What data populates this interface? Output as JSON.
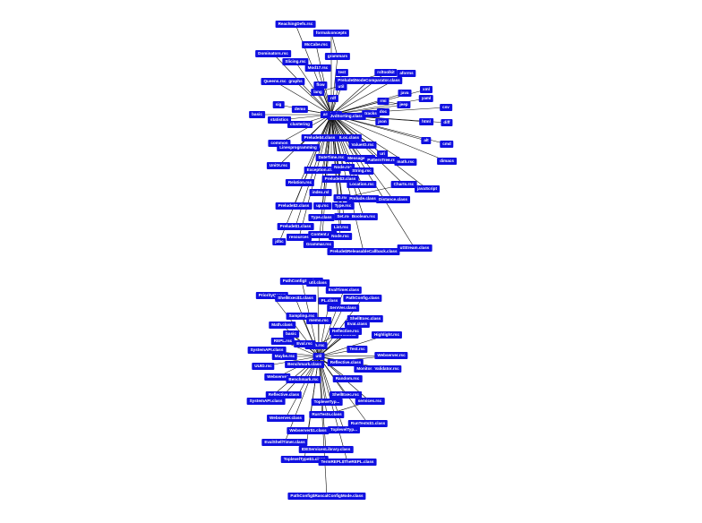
{
  "accent_color": "#1010e0",
  "edge_color": "#111111",
  "node_text_color": "#ffffff",
  "clusters": [
    {
      "hub": "analysis",
      "nodes": [
        "analysis",
        "ReachingDefs.rsc",
        "formalconcepts",
        "McCabe.rsc",
        "grammars",
        "Dominators.rsc",
        "Slicing.rsc",
        "Mod17.rsc",
        "graphs",
        "Queens.rsc",
        "flow",
        "lang",
        "Prelude$NodeComparator.class",
        "rsltoolkit",
        "aforms",
        "test",
        "rdf",
        "demo",
        "util",
        "sig",
        "basic",
        "statistics",
        "clustering",
        "JvdSorting.class",
        "tracks",
        "java",
        "jeep",
        "rmi",
        "doc",
        "json",
        "xml",
        "yaml",
        "csv",
        "html",
        "diff",
        "cmd",
        "dimacs",
        "alt",
        "Prelude$4.class",
        "ILoc.class",
        "ValueIO.rsc",
        "common",
        "Linesprogramming",
        "DateTime.rsc",
        "UnitX.rsc",
        "Message.rsc",
        "PatternTree.rsc",
        "uri",
        "math.rsc",
        "javaScript",
        "Relation.rsc",
        "Exception.class",
        "Node.rsc",
        "String.rsc",
        "Prelude$3.class",
        "Location.rsc",
        "Charts.rsc",
        "IO.rsc",
        "index.rsl",
        "Prelude.class",
        "Distance.class",
        "Prelude$2.class",
        "up.rsc",
        "Type.rsc",
        "Set.rsc",
        "Boolean.rsc",
        "Type.class",
        "Prelude$1.class",
        "List.rsc",
        "resources",
        "Content.rsc",
        "Node.rsc",
        "Grammar.rsc",
        "jdbc",
        "utStream.class",
        "Prelude$ReleasableCallback.class"
      ]
    },
    {
      "hub": "util",
      "nodes": [
        "util",
        "PathConfig$1.class",
        "util.class",
        "EvalTimer.class",
        "PriorityQueue",
        "ShellExec$1.class",
        "PL.class",
        "PathConfig.class",
        "Sampling.rsc",
        "ServVer.class",
        "Math.class",
        "memo.rsc",
        "Eval.class",
        "ShellExec.class",
        "Math.rsc",
        "basic",
        "ServVer.rsc",
        "Reflective.rsc",
        "Highlight.rsc",
        "REPL.rsc",
        "Eval.rsc",
        "Test.rsc",
        "SystemAPI.class",
        "Maybe.rsc",
        "Webserver.rsc",
        "Benchmark.class",
        "Reflective.class",
        "UUID.rsc",
        "Monitor.class",
        "Validator.rsc",
        "Webserver",
        "Benchmark.rsc",
        "Random.rsc",
        "Reflective.class",
        "ShellExec.rsc",
        "SystemAPI.class",
        "TopleveTyp...",
        "services.rsc",
        "RunTests.class",
        "Webserver.class",
        "RunTests$1.class",
        "Webserver$1.class",
        "ToplevelTyp...",
        "EvalShellTimer.class",
        "IDEServicesLibrary.class",
        "ToplevelType$1.class",
        "TermREPL$TheREPL.class",
        "PathConfig$RascalConfigMode.class"
      ]
    }
  ]
}
